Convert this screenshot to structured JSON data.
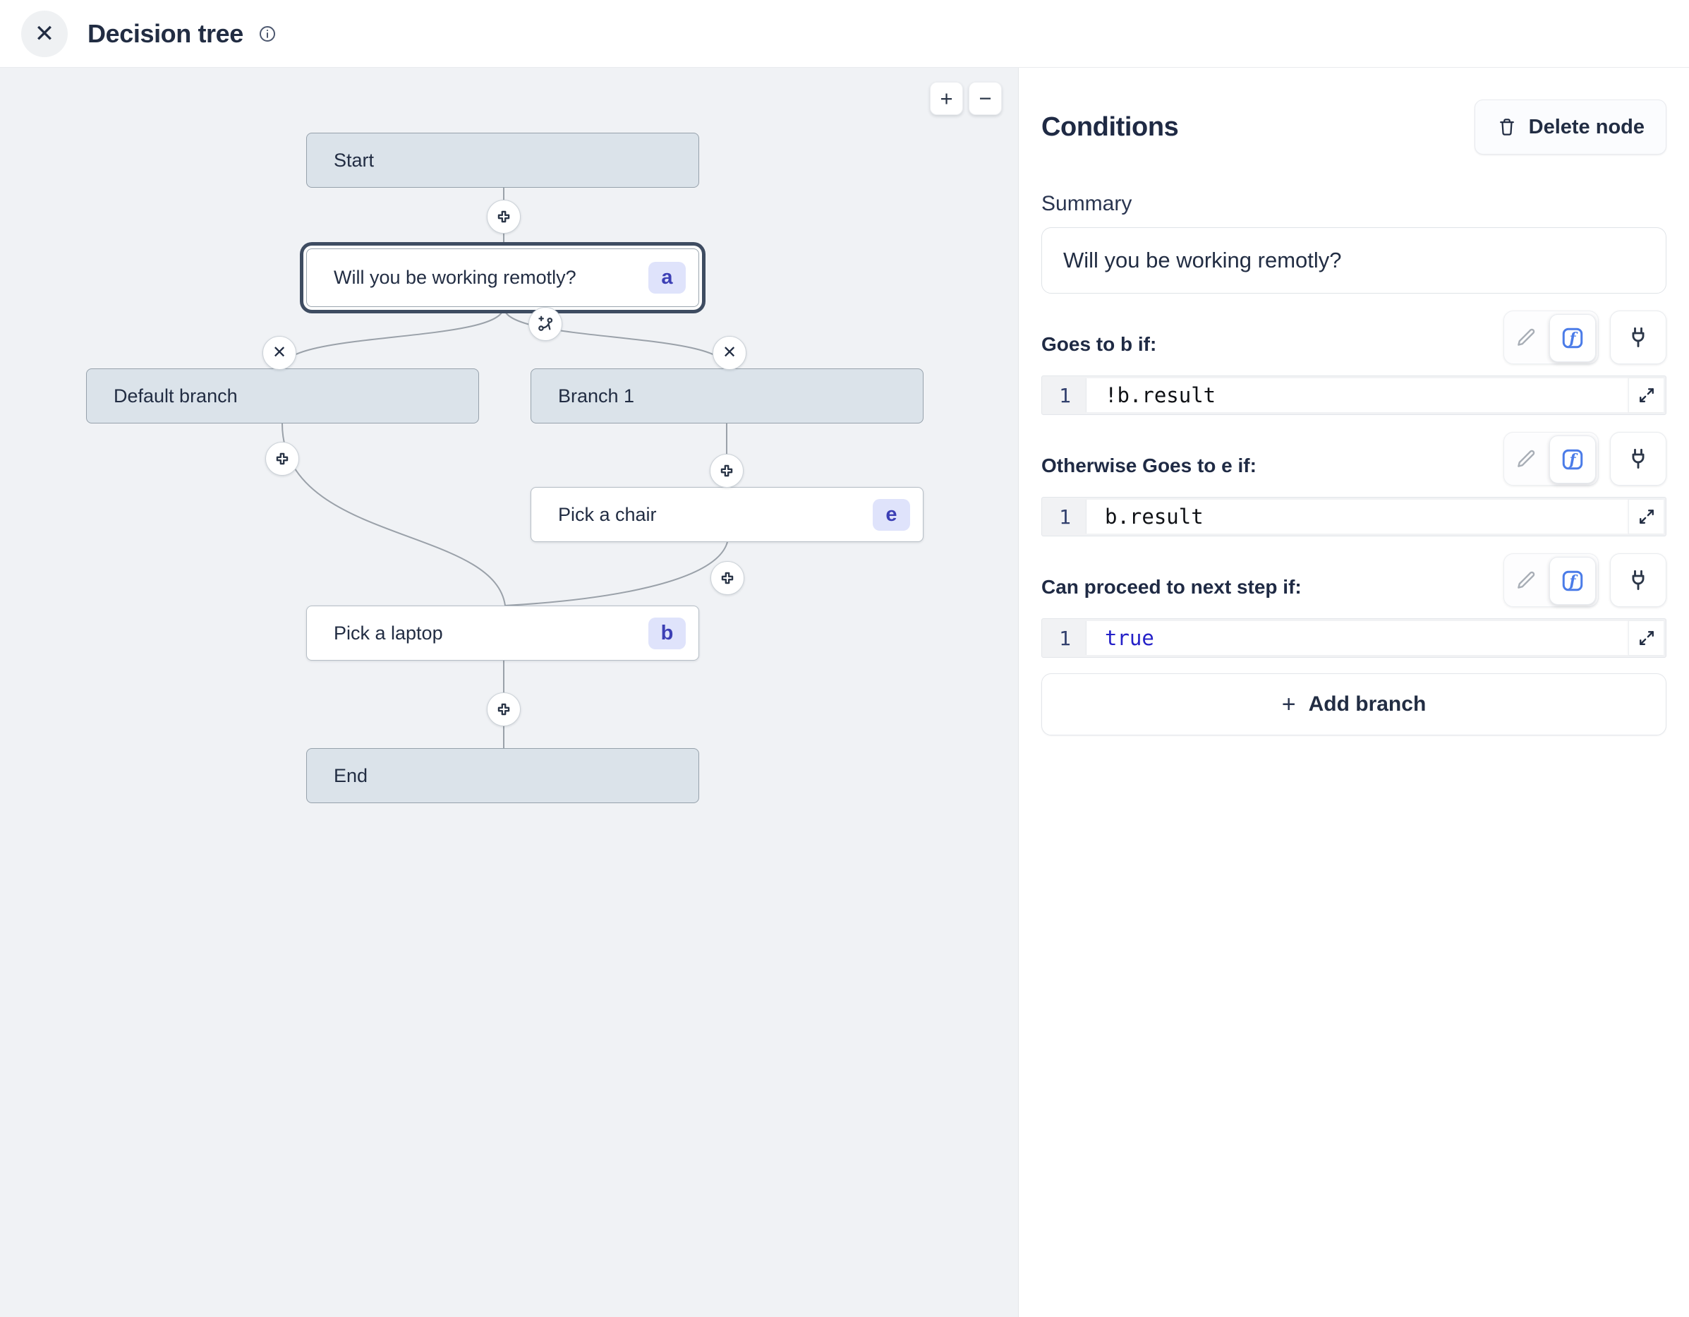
{
  "header": {
    "title": "Decision tree",
    "close_glyph": "✕"
  },
  "canvas": {
    "zoom_in_label": "+",
    "zoom_out_label": "−",
    "edge_delete_glyph": "✕",
    "nodes": [
      {
        "id": "start",
        "label": "Start"
      },
      {
        "id": "question",
        "label": "Will you be working remotly?",
        "badge": "a"
      },
      {
        "id": "default-branch",
        "label": "Default branch"
      },
      {
        "id": "branch-1",
        "label": "Branch 1"
      },
      {
        "id": "pick-chair",
        "label": "Pick a chair",
        "badge": "e"
      },
      {
        "id": "pick-laptop",
        "label": "Pick a laptop",
        "badge": "b"
      },
      {
        "id": "end",
        "label": "End"
      }
    ]
  },
  "panel": {
    "title": "Conditions",
    "delete_node_label": "Delete node",
    "summary_label": "Summary",
    "summary_value": "Will you be working remotly?",
    "conditions": [
      {
        "label": "Goes to b if:",
        "line_number": "1",
        "code": "!b.result"
      },
      {
        "label": "Otherwise Goes to e if:",
        "line_number": "1",
        "code": "b.result"
      },
      {
        "label": "Can proceed to next step if:",
        "line_number": "1",
        "code": "true"
      }
    ],
    "add_branch_plus": "+",
    "add_branch_label": "Add branch"
  },
  "colors": {
    "canvas_bg": "#f0f2f5",
    "node_gray_bg": "#dbe3ea",
    "node_gray_border": "#96a1ab",
    "selected_node_ring": "#3e4c61",
    "badge_bg": "#dfe3fb",
    "badge_text": "#3c3fb5",
    "edge_stroke": "#9aa1a9",
    "keyword_blue": "#2521c8",
    "function_icon_blue": "#4b7ce8"
  }
}
